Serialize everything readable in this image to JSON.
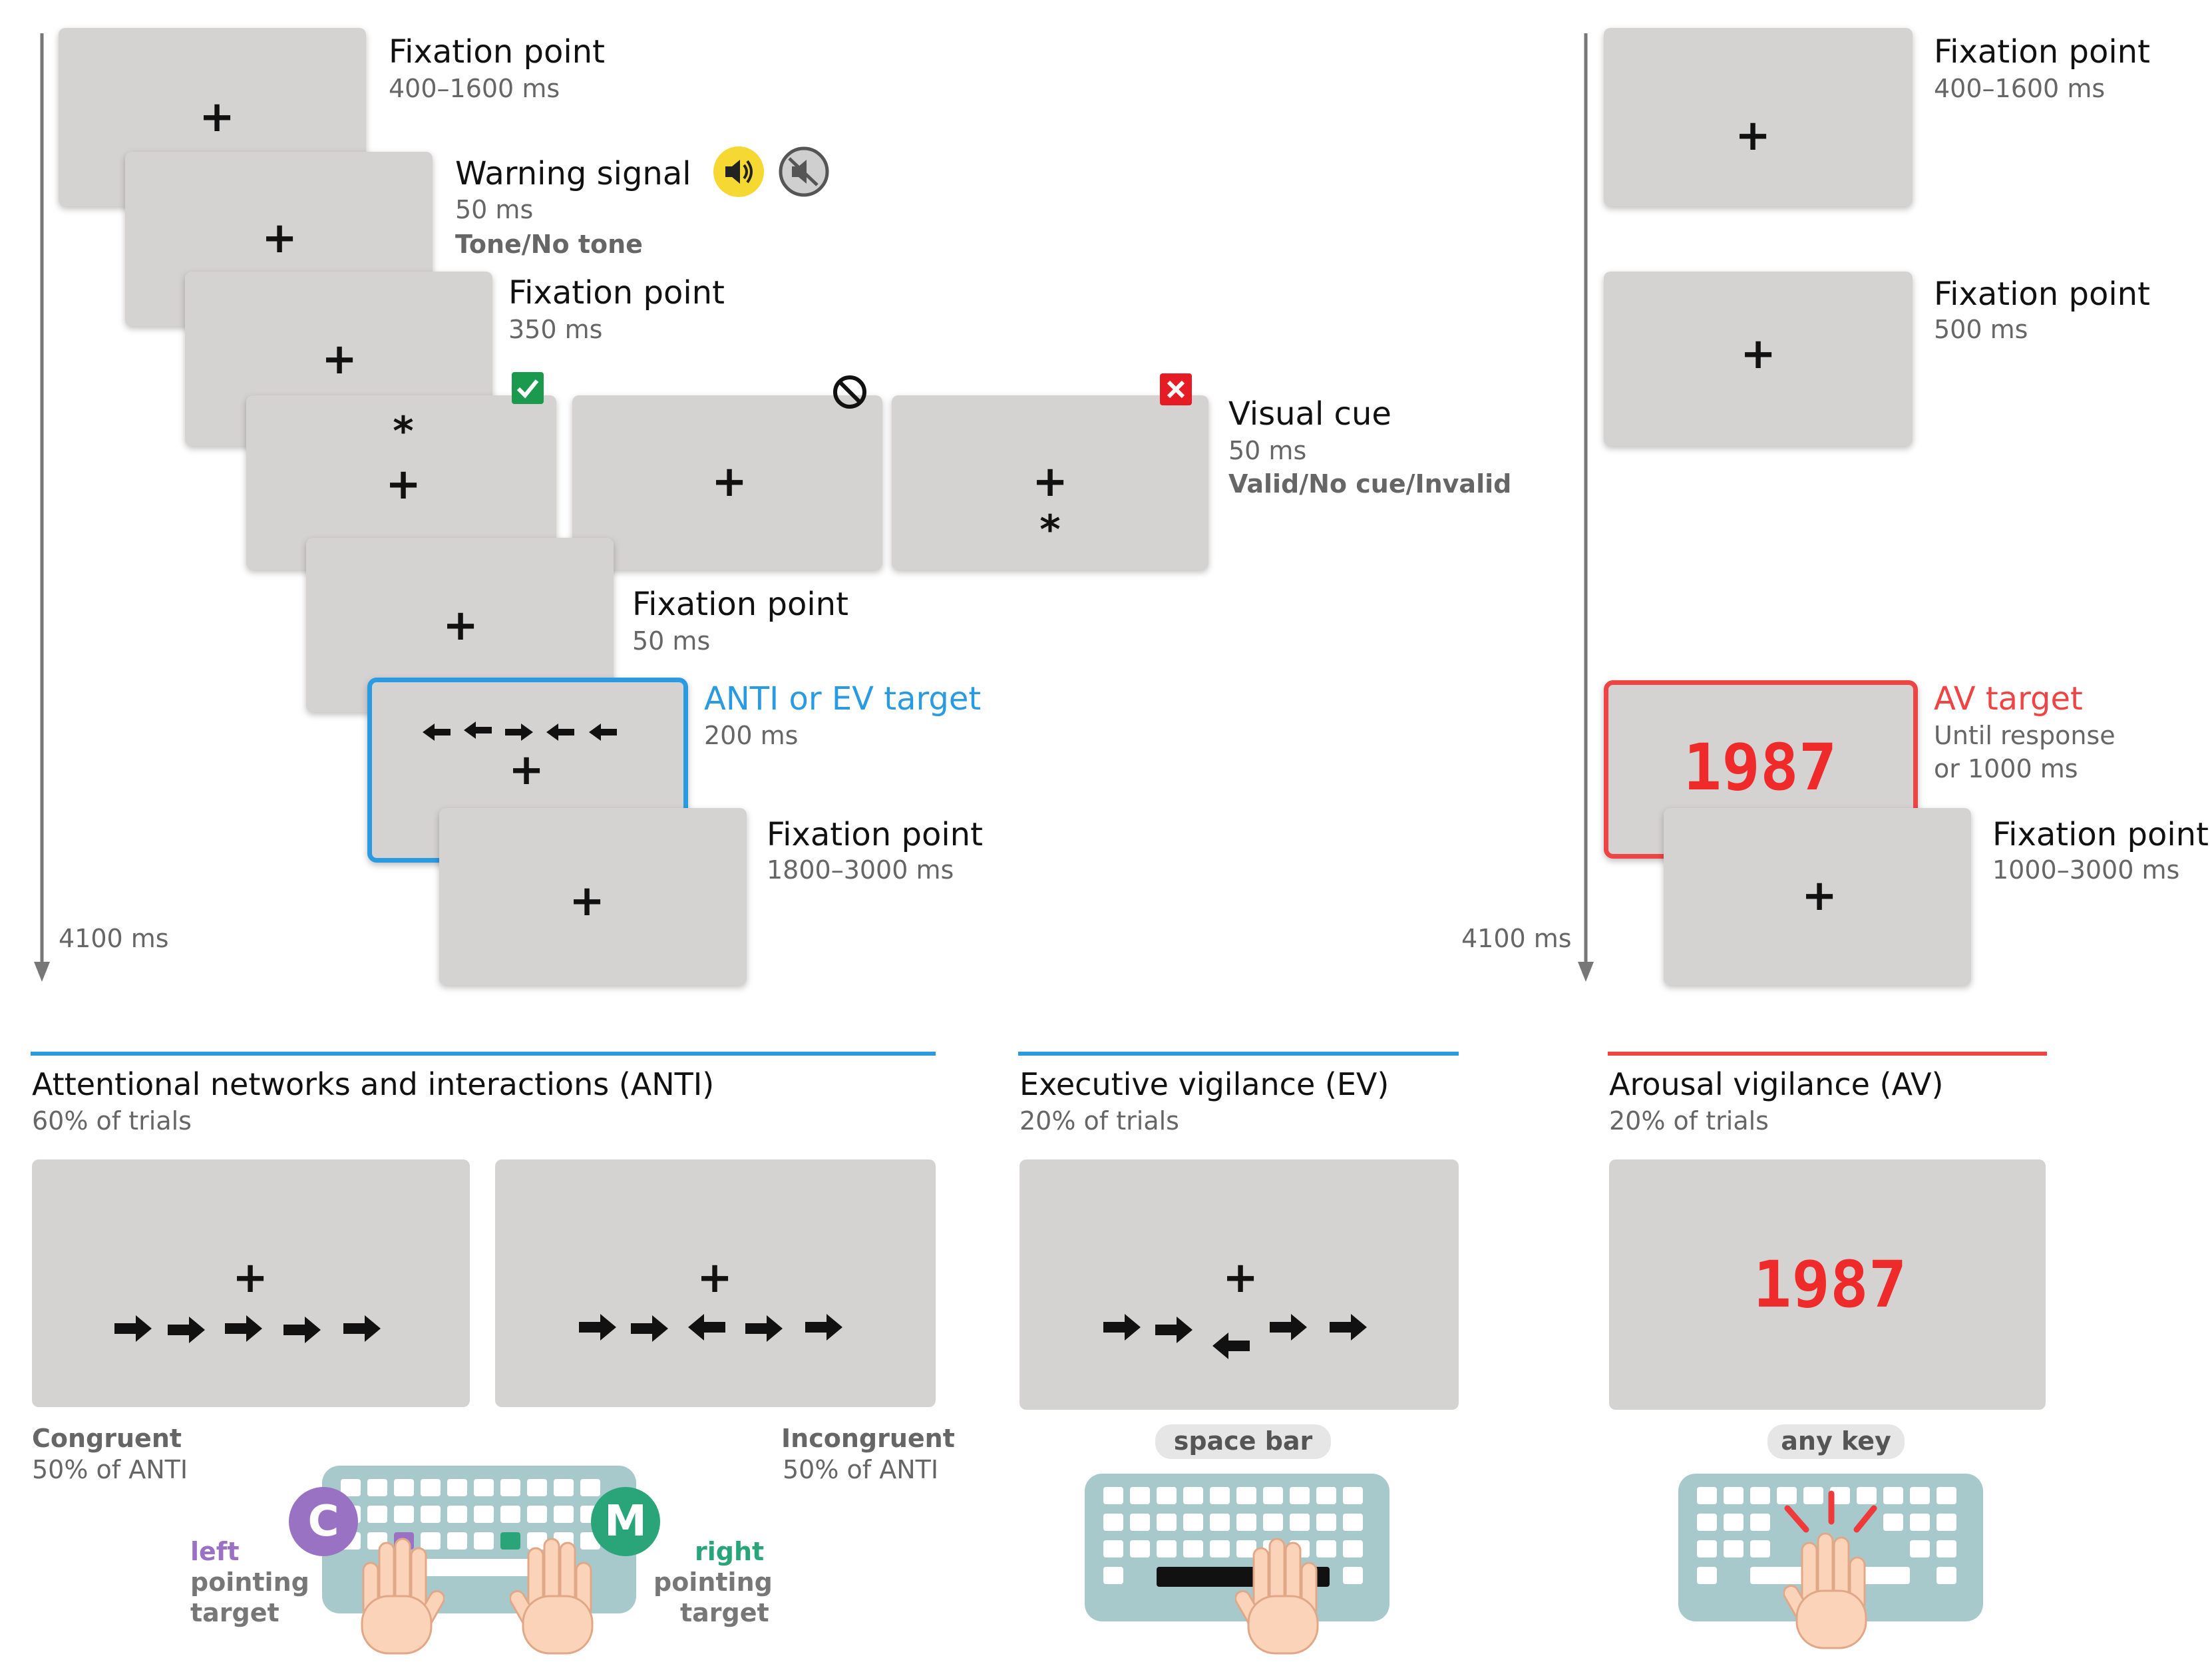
{
  "left_timeline": {
    "total_label": "4100 ms",
    "steps": [
      {
        "title": "Fixation point",
        "duration": "400–1600 ms"
      },
      {
        "title": "Warning signal",
        "duration": "50 ms",
        "detail": "Tone/No tone"
      },
      {
        "title": "Fixation point",
        "duration": "350 ms"
      },
      {
        "title": "Visual cue",
        "duration": "50 ms",
        "detail": "Valid/No cue/Invalid"
      },
      {
        "title": "Fixation point",
        "duration": "50 ms"
      },
      {
        "title": "ANTI or EV target",
        "duration": "200 ms"
      },
      {
        "title": "Fixation point",
        "duration": "1800–3000 ms"
      }
    ]
  },
  "right_timeline": {
    "total_label": "4100 ms",
    "steps": [
      {
        "title": "Fixation point",
        "duration": "400–1600 ms"
      },
      {
        "title": "Fixation point",
        "duration": "500 ms"
      },
      {
        "title": "AV target",
        "duration": "Until response",
        "detail": "or 1000 ms"
      },
      {
        "title": "Fixation point",
        "duration": "1000–3000 ms"
      }
    ]
  },
  "screen_symbols": {
    "fixation": "+",
    "cue": "*",
    "av_number": "1987"
  },
  "sections": {
    "anti": {
      "title": "Attentional networks and interactions (ANTI)",
      "subtitle": "60% of trials",
      "congruent_label": "Congruent",
      "congruent_sub": "50% of ANTI",
      "incongruent_label": "Incongruent",
      "incongruent_sub": "50% of ANTI",
      "left_key": "C",
      "right_key": "M",
      "left_label": [
        "left",
        "pointing",
        "target"
      ],
      "right_label": [
        "right",
        "pointing",
        "target"
      ]
    },
    "ev": {
      "title": "Executive vigilance (EV)",
      "subtitle": "20% of trials",
      "key_label": "space bar"
    },
    "av": {
      "title": "Arousal vigilance (AV)",
      "subtitle": "20% of trials",
      "key_label": "any key"
    }
  },
  "colors": {
    "anti_ev_blue": "#2a9be0",
    "av_red": "#ee4444",
    "screen_gray": "#d5d2d2",
    "left_purple": "#9a72c4",
    "right_green": "#2aa57a",
    "valid_green": "#1b9a4e",
    "invalid_red": "#e51c24",
    "speaker_yellow": "#f5d832"
  },
  "icons": [
    "speaker-on-icon",
    "speaker-muted-icon",
    "check-icon",
    "no-cue-icon",
    "invalid-x-icon",
    "keyboard-icon",
    "hand-icon",
    "time-arrow-icon"
  ]
}
